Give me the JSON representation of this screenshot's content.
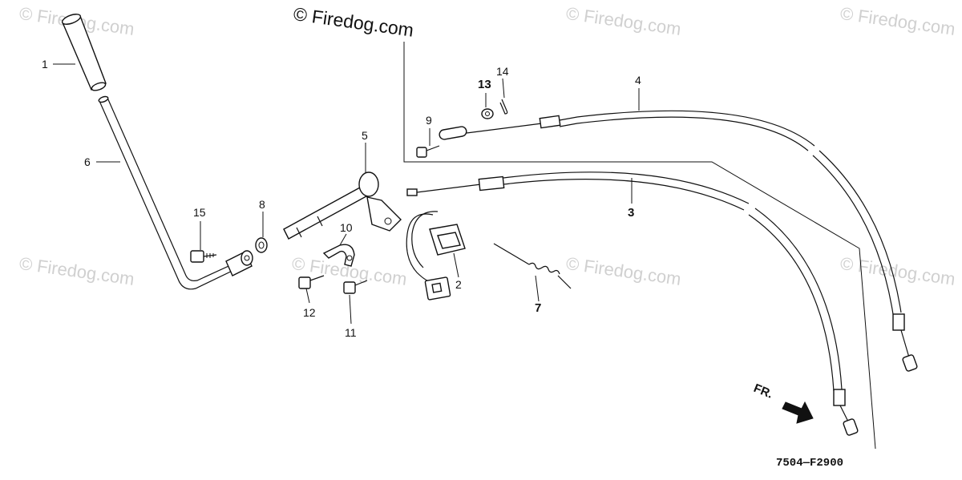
{
  "watermark": {
    "brand": "© Firedog.com",
    "repeats": [
      "© Firedog.com",
      "© Firedog.com",
      "© Firedog.com",
      "© Firedog.com",
      "© Firedog.com",
      "© Firedog.com",
      "© Firedog.com",
      "© Firedog.com"
    ]
  },
  "callouts": [
    {
      "id": "c1",
      "label": "1"
    },
    {
      "id": "c6",
      "label": "6"
    },
    {
      "id": "c15",
      "label": "15"
    },
    {
      "id": "c8",
      "label": "8"
    },
    {
      "id": "c5",
      "label": "5"
    },
    {
      "id": "c10",
      "label": "10"
    },
    {
      "id": "c12",
      "label": "12"
    },
    {
      "id": "c11",
      "label": "11"
    },
    {
      "id": "c2",
      "label": "2"
    },
    {
      "id": "c7",
      "label": "7"
    },
    {
      "id": "c9",
      "label": "9"
    },
    {
      "id": "c13",
      "label": "13"
    },
    {
      "id": "c14",
      "label": "14"
    },
    {
      "id": "c4",
      "label": "4"
    },
    {
      "id": "c3",
      "label": "3"
    }
  ],
  "direction_marker": "FR.",
  "diagram_code": "7504—F2900"
}
